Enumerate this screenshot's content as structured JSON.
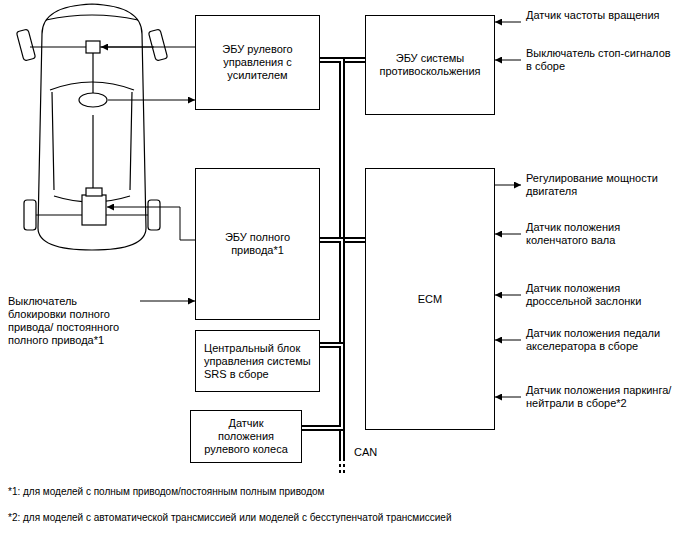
{
  "diagram": {
    "nodes": [
      {
        "text": [
          "ЭБУ рулевого управления с усилителем"
        ]
      },
      {
        "text": [
          "ЭБУ системы противоскольжения"
        ]
      },
      {
        "text": [
          "ЭБУ полного привода*1"
        ]
      },
      {
        "text": [
          "ECM"
        ]
      },
      {
        "text": [
          "Центральный блок управления системы SRS в сборе"
        ]
      },
      {
        "text": [
          "Датчик положения рулевого колеса"
        ]
      }
    ],
    "edges": [
      {
        "from": 0,
        "to": 1,
        "arrow": "none"
      },
      {
        "from": 0,
        "to": 2,
        "arrow": "none"
      },
      {
        "from": 2,
        "to": 3,
        "arrow": "none"
      },
      {
        "from": 2,
        "to": 4,
        "arrow": "none"
      },
      {
        "from": 4,
        "to": 5,
        "arrow": "none"
      }
    ],
    "labels": [
      "Датчик частоты вращения",
      "Выключатель стоп-сигналов в сборе",
      "Регулирование мощности двигателя",
      "Датчик положения коленчатого вала",
      "Датчик положения дроссельной заслонки",
      "Датчик положения педали акселератора в сборе",
      "Датчик положения паркинга/ нейтрали в сборе*2",
      "Выключатель блокировки полного привода/ постоянного полного привода*1",
      "CAN",
      "*1: для моделей с полным приводом/постоянным полным приводом",
      "*2: для моделей с автоматической трансмиссией или моделей с бесступенчатой трансмиссией"
    ]
  }
}
